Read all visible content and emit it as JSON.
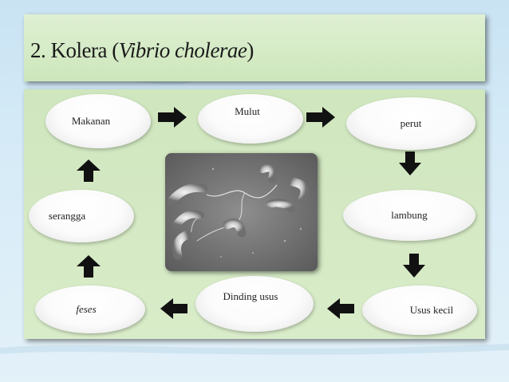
{
  "slide": {
    "title_prefix": "2. Kolera (",
    "title_italic": "Vibrio cholerae",
    "title_suffix": ")"
  },
  "nodes": {
    "makanan": "Makanan",
    "mulut": "Mulut",
    "perut": "perut",
    "lambung": "lambung",
    "usus_kecil": "Usus kecil",
    "dinding_usus": "Dinding usus",
    "feses": "feses",
    "serangga": "serangga"
  },
  "arrows": [
    {
      "from": "makanan",
      "to": "mulut",
      "direction": "right"
    },
    {
      "from": "mulut",
      "to": "perut",
      "direction": "right"
    },
    {
      "from": "perut",
      "to": "lambung",
      "direction": "down"
    },
    {
      "from": "lambung",
      "to": "usus_kecil",
      "direction": "down"
    },
    {
      "from": "usus_kecil",
      "to": "dinding_usus",
      "direction": "left"
    },
    {
      "from": "dinding_usus",
      "to": "feses",
      "direction": "left"
    },
    {
      "from": "feses",
      "to": "serangga",
      "direction": "up"
    },
    {
      "from": "serangga",
      "to": "makanan",
      "direction": "up"
    }
  ],
  "image": {
    "subject": "vibrio-cholerae-micrograph"
  },
  "colors": {
    "panel_green": "#d3e8c2",
    "arrow": "#111111"
  }
}
